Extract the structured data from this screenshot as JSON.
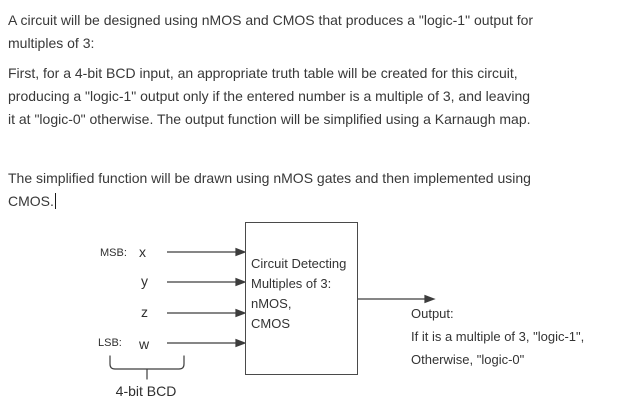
{
  "document": {
    "paragraphs": [
      {
        "lines": [
          "A circuit will be designed using nMOS and CMOS that produces a \"logic-1\" output for",
          "multiples of 3:"
        ]
      },
      {
        "lines": [
          "First, for a 4-bit BCD input, an appropriate truth table will be created for this circuit,",
          "producing a \"logic-1\" output only if the entered number is a multiple of 3, and leaving",
          "it at \"logic-0\" otherwise. The output function will be simplified using a Karnaugh map."
        ]
      },
      {
        "lines": [
          "The simplified function will be drawn using nMOS gates and then implemented using",
          "CMOS."
        ]
      }
    ]
  },
  "diagram": {
    "inputs": [
      {
        "prefix": "MSB:",
        "signal": "x"
      },
      {
        "prefix": "",
        "signal": "y"
      },
      {
        "prefix": "",
        "signal": "z"
      },
      {
        "prefix": "LSB:",
        "signal": "w"
      }
    ],
    "block": {
      "lines": [
        "Circuit Detecting",
        "Multiples of 3:",
        "nMOS,",
        "CMOS"
      ]
    },
    "output": {
      "lines": [
        "Output:",
        "If it is a multiple of 3, \"logic-1\",",
        "Otherwise, \"logic-0\""
      ]
    },
    "group_label": "4-bit BCD"
  },
  "colors": {
    "text": "#383838",
    "diagram_line": "#3d3d3d",
    "box_border": "#4a4a4a",
    "background": "#ffffff"
  }
}
